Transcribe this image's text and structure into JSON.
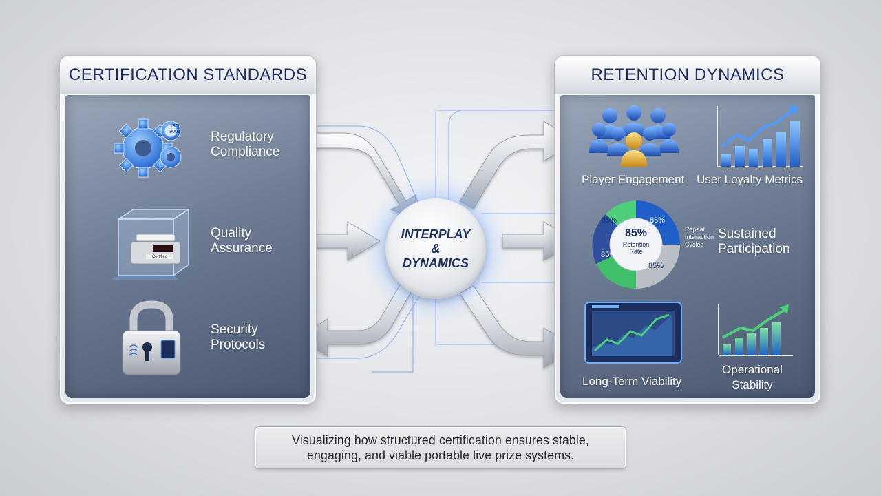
{
  "left_panel": {
    "title": "CERTIFICATION STANDARDS",
    "items": [
      {
        "label": "Regulatory Compliance",
        "icon": "gear-icon",
        "badge": "ISO 9001"
      },
      {
        "label": "Quality Assurance",
        "icon": "scale-cube-icon",
        "badge": "Certified"
      },
      {
        "label": "Security Protocols",
        "icon": "padlock-icon"
      }
    ]
  },
  "hub": {
    "line1": "INTERPLAY",
    "line2": "&",
    "line3": "DYNAMICS"
  },
  "right_panel": {
    "title": "RETENTION DYNAMICS",
    "items": [
      {
        "label": "Player Engagement",
        "icon": "people-group-icon"
      },
      {
        "label": "User Loyalty Metrics",
        "icon": "bar-chart-up-icon"
      },
      {
        "label": "Sustained Participation",
        "icon": "donut-chart-icon"
      },
      {
        "label": "Long-Term Viability",
        "icon": "monitor-line-chart-icon"
      },
      {
        "label": "Operational Stability",
        "icon": "bar-chart-up-icon"
      }
    ],
    "donut": {
      "center_value": "85%",
      "center_label": "Retention Rate",
      "segment_values": [
        "85%",
        "85%",
        "85%",
        "85%"
      ],
      "side_label": "Repeat Interaction Cycles"
    }
  },
  "caption": {
    "line1": "Visualizing how structured certification ensures stable,",
    "line2": "engaging, and viable portable live prize systems."
  },
  "colors": {
    "title": "#1d2f63",
    "accent_blue": "#2f6fe0",
    "accent_green": "#3fbf6a",
    "panel_body": "#6e7d95"
  }
}
